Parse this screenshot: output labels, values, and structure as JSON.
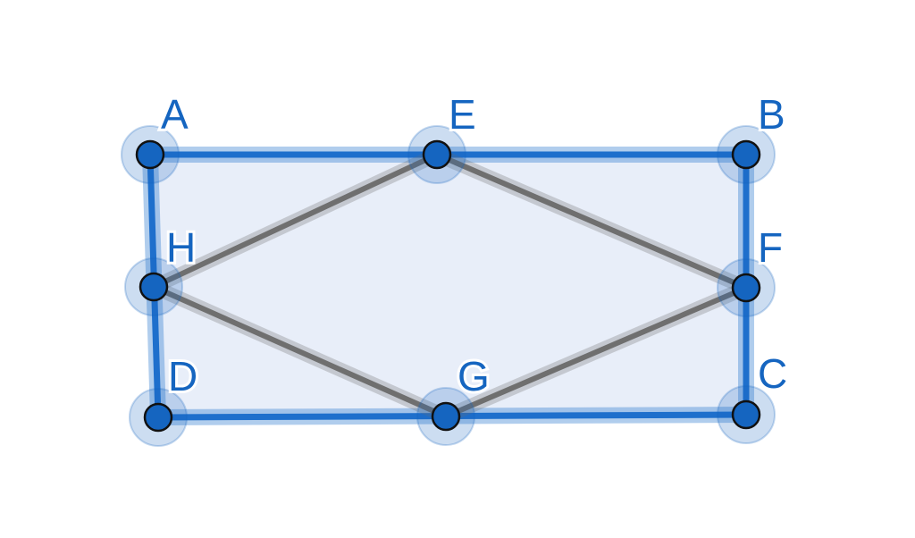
{
  "diagram": {
    "outer_quadrilateral": [
      "A",
      "B",
      "C",
      "D"
    ],
    "inner_quadrilateral": [
      "E",
      "F",
      "G",
      "H"
    ],
    "points": [
      {
        "label": "A"
      },
      {
        "label": "E"
      },
      {
        "label": "B"
      },
      {
        "label": "H"
      },
      {
        "label": "F"
      },
      {
        "label": "D"
      },
      {
        "label": "G"
      },
      {
        "label": "C"
      }
    ],
    "colors": {
      "outer_stroke": "#1e6fcc",
      "outer_fill": "#e8eef9",
      "inner_stroke": "#6f6f6f",
      "point_fill": "#1565c0",
      "point_halo": "#1565c0",
      "label": "#1565c0"
    }
  }
}
